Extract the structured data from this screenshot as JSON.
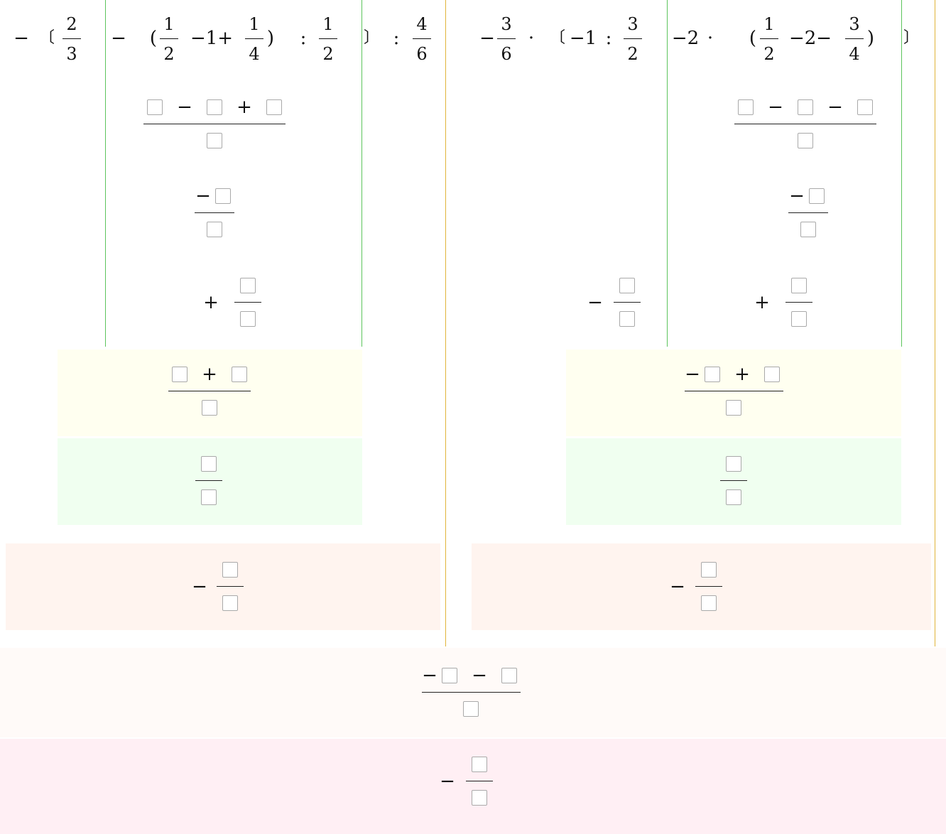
{
  "colors": {
    "divider_green": "#5cc45c",
    "divider_orange": "#e0b43a",
    "band_yellow": "#fffff0",
    "band_green": "#f0fff0",
    "band_salmon": "#fff4ef",
    "band_ivory": "#fffaf8",
    "band_pink": "#ffeff4"
  },
  "left_expr": {
    "minus": "−",
    "lbracket": "〔",
    "f1_num": "2",
    "f1_den": "3",
    "minus2": "−",
    "lparen": "(",
    "f2_num": "1",
    "f2_den": "2",
    "mid": "−1+",
    "f3_num": "1",
    "f3_den": "4",
    "rparen": ")",
    "colon1": ":",
    "f4_num": "1",
    "f4_den": "2",
    "rbracket": "〕",
    "colon2": ":",
    "f5_num": "4",
    "f5_den": "6"
  },
  "right_expr": {
    "minus": "−",
    "f1_num": "3",
    "f1_den": "6",
    "dot1": "·",
    "lbracket": "〔",
    "neg1": "−1",
    "colon": ":",
    "f2_num": "3",
    "f2_den": "2",
    "neg2": "−2",
    "dot2": "·",
    "lparen": "(",
    "f3_num": "1",
    "f3_den": "2",
    "mid": "−2−",
    "f4_num": "3",
    "f4_den": "4",
    "rparen": ")",
    "rbracket": "〕"
  },
  "ops": {
    "minus": "−",
    "plus": "+"
  }
}
